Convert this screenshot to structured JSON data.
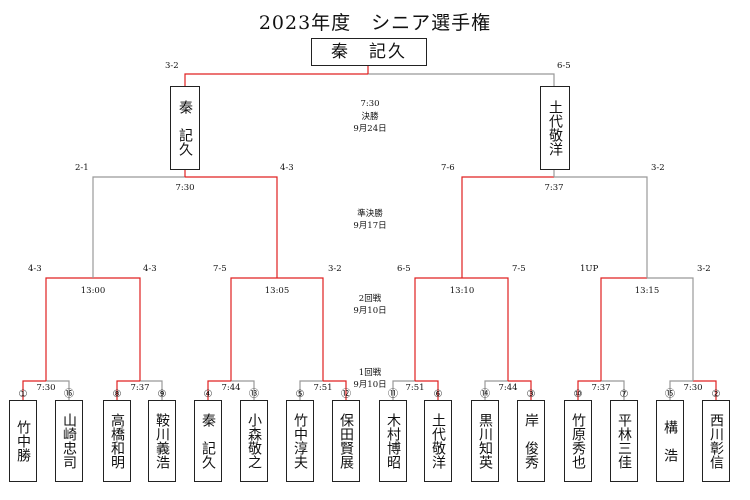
{
  "title": "2023年度　シニア選手権",
  "champion": "秦　記久",
  "finalists": {
    "left": "秦　記久",
    "right": "土代敬洋"
  },
  "rounds": {
    "final": {
      "time": "7:30",
      "name": "決勝",
      "date": "9月24日"
    },
    "semifinal": {
      "name": "準決勝",
      "date": "9月17日"
    },
    "round2": {
      "name": "2回戦",
      "date": "9月10日"
    },
    "round1": {
      "name": "1回戦",
      "date": "9月10日"
    }
  },
  "scores": {
    "final_left": "3-2",
    "final_right": "6-5",
    "sf_left_a": "2-1",
    "sf_left_b": "4-3",
    "sf_right_a": "7-6",
    "sf_right_b": "3-2",
    "r2_1a": "4-3",
    "r2_1b": "4-3",
    "r2_2a": "7-5",
    "r2_2b": "3-2",
    "r2_3a": "6-5",
    "r2_3b": "7-5",
    "r2_4a": "1UP",
    "r2_4b": "3-2"
  },
  "times": {
    "sf_left": "7:30",
    "sf_right": "7:37",
    "r2_1": "13:00",
    "r2_2": "13:05",
    "r2_3": "13:10",
    "r2_4": "13:15",
    "r1_1": "7:30",
    "r1_2": "7:37",
    "r1_3": "7:44",
    "r1_4": "7:51",
    "r1_5": "7:51",
    "r1_6": "7:44",
    "r1_7": "7:37",
    "r1_8": "7:30"
  },
  "players": [
    {
      "seed": "①",
      "name": "竹中勝"
    },
    {
      "seed": "⑯",
      "name": "山崎忠司"
    },
    {
      "seed": "⑧",
      "name": "高橋和明"
    },
    {
      "seed": "⑨",
      "name": "鞍川義浩"
    },
    {
      "seed": "④",
      "name": "秦　記久"
    },
    {
      "seed": "⑬",
      "name": "小森敬之"
    },
    {
      "seed": "⑤",
      "name": "竹中淳夫"
    },
    {
      "seed": "⑫",
      "name": "保田賢展"
    },
    {
      "seed": "⑪",
      "name": "木村博昭"
    },
    {
      "seed": "⑥",
      "name": "土代敬洋"
    },
    {
      "seed": "⑭",
      "name": "黒川知英"
    },
    {
      "seed": "③",
      "name": "岸　俊秀"
    },
    {
      "seed": "⑩",
      "name": "竹原秀也"
    },
    {
      "seed": "⑦",
      "name": "平林三佳"
    },
    {
      "seed": "⑮",
      "name": "構　浩"
    },
    {
      "seed": "②",
      "name": "西川彰信"
    }
  ],
  "colors": {
    "winner_line": "#e02020",
    "loser_line": "#999999"
  }
}
